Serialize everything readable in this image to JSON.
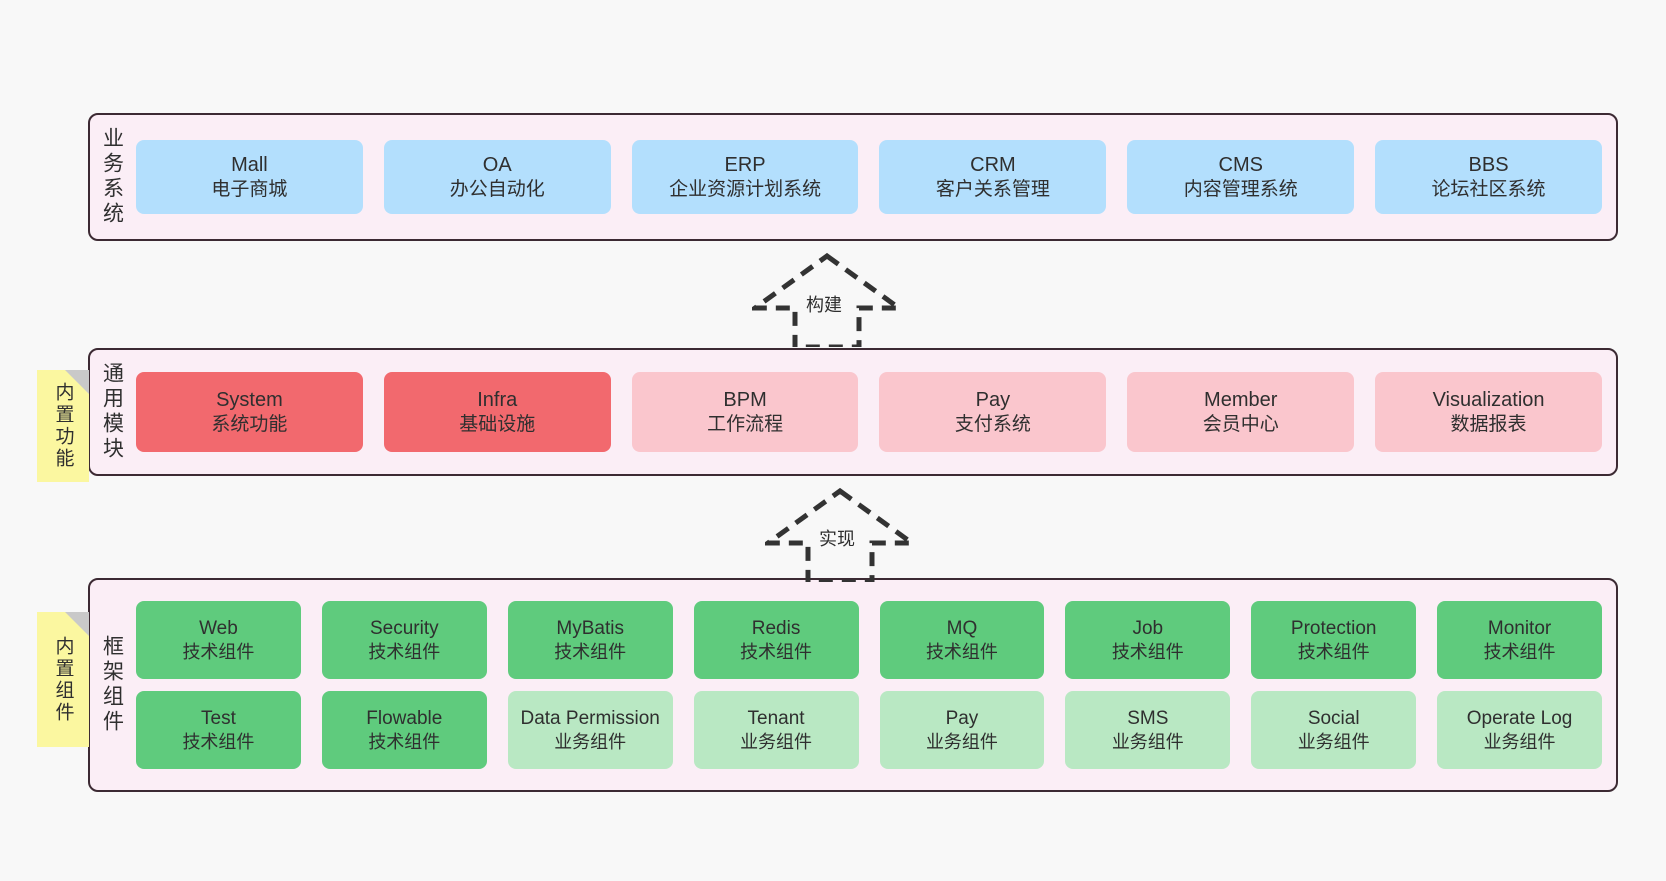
{
  "diagram": {
    "background_color": "#f8f8f8",
    "layer_fill": "#fbeef6",
    "layer_border": "#3c2a33",
    "sticky_color": "#fbf7a0"
  },
  "layers": [
    {
      "id": "business",
      "title": "业务系统",
      "rows": [
        {
          "cards": [
            {
              "en": "Mall",
              "cn": "电子商城",
              "color": "#b3dffd"
            },
            {
              "en": "OA",
              "cn": "办公自动化",
              "color": "#b3dffd"
            },
            {
              "en": "ERP",
              "cn": "企业资源计划系统",
              "color": "#b3dffd"
            },
            {
              "en": "CRM",
              "cn": "客户关系管理",
              "color": "#b3dffd"
            },
            {
              "en": "CMS",
              "cn": "内容管理系统",
              "color": "#b3dffd"
            },
            {
              "en": "BBS",
              "cn": "论坛社区系统",
              "color": "#b3dffd"
            }
          ]
        }
      ]
    },
    {
      "id": "common",
      "title": "通用模块",
      "sticky": "内置功能",
      "rows": [
        {
          "cards": [
            {
              "en": "System",
              "cn": "系统功能",
              "color": "#f2696e"
            },
            {
              "en": "Infra",
              "cn": "基础设施",
              "color": "#f2696e"
            },
            {
              "en": "BPM",
              "cn": "工作流程",
              "color": "#fac6cd"
            },
            {
              "en": "Pay",
              "cn": "支付系统",
              "color": "#fac6cd"
            },
            {
              "en": "Member",
              "cn": "会员中心",
              "color": "#fac6cd"
            },
            {
              "en": "Visualization",
              "cn": "数据报表",
              "color": "#fac6cd"
            }
          ]
        }
      ]
    },
    {
      "id": "framework",
      "title": "框架组件",
      "sticky": "内置组件",
      "rows": [
        {
          "cards": [
            {
              "en": "Web",
              "cn": "技术组件",
              "color": "#5fcb7d"
            },
            {
              "en": "Security",
              "cn": "技术组件",
              "color": "#5fcb7d"
            },
            {
              "en": "MyBatis",
              "cn": "技术组件",
              "color": "#5fcb7d"
            },
            {
              "en": "Redis",
              "cn": "技术组件",
              "color": "#5fcb7d"
            },
            {
              "en": "MQ",
              "cn": "技术组件",
              "color": "#5fcb7d"
            },
            {
              "en": "Job",
              "cn": "技术组件",
              "color": "#5fcb7d"
            },
            {
              "en": "Protection",
              "cn": "技术组件",
              "color": "#5fcb7d"
            },
            {
              "en": "Monitor",
              "cn": "技术组件",
              "color": "#5fcb7d"
            }
          ]
        },
        {
          "cards": [
            {
              "en": "Test",
              "cn": "技术组件",
              "color": "#5fcb7d"
            },
            {
              "en": "Flowable",
              "cn": "技术组件",
              "color": "#5fcb7d"
            },
            {
              "en": "Data Permission",
              "cn": "业务组件",
              "color": "#b9e8c3",
              "wrap": true
            },
            {
              "en": "Tenant",
              "cn": "业务组件",
              "color": "#b9e8c3"
            },
            {
              "en": "Pay",
              "cn": "业务组件",
              "color": "#b9e8c3"
            },
            {
              "en": "SMS",
              "cn": "业务组件",
              "color": "#b9e8c3"
            },
            {
              "en": "Social",
              "cn": "业务组件",
              "color": "#b9e8c3"
            },
            {
              "en": "Operate Log",
              "cn": "业务组件",
              "color": "#b9e8c3"
            }
          ]
        }
      ]
    }
  ],
  "arrows": [
    {
      "id": "build",
      "label": "构建",
      "style": "dashed-hollow-up"
    },
    {
      "id": "impl",
      "label": "实现",
      "style": "dashed-hollow-up"
    }
  ]
}
